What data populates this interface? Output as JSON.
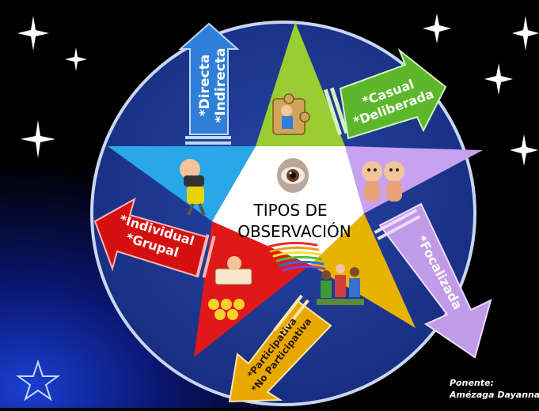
{
  "title": {
    "line1": "TIPOS DE",
    "line2": "OBSERVACIÓN"
  },
  "arrows": {
    "top_left": [
      "*Directa",
      "*Indirecta"
    ],
    "top_right": [
      "*Casual",
      "*Deliberada"
    ],
    "right": [
      "*Focalizada"
    ],
    "bottom": [
      "*Participativa",
      "*No Participativa"
    ],
    "left": [
      "*Individual",
      "*Grupal"
    ]
  },
  "credit": {
    "label": "Ponente:",
    "name": "Amézaga Dayanna"
  },
  "colors": {
    "background": "#000000",
    "circle": "#1f3a93",
    "circle_border": "#c9d6f2",
    "star_green": "#9acd32",
    "star_purple": "#c8a2f0",
    "star_yellow": "#e8b200",
    "star_red": "#e01818",
    "star_blue": "#2aa7e8",
    "center": "#ffffff",
    "arrow_blue": "#2f7fd8",
    "arrow_green": "#5cb82a",
    "arrow_purple": "#c19ae8",
    "arrow_yellow": "#e9a800",
    "arrow_red": "#d51010"
  },
  "icons": [
    "eye-icon",
    "puzzle-icon",
    "babies-icon",
    "children-group-icon",
    "reading-kids-icon",
    "binoculars-man-icon",
    "sparkle-icon",
    "rainbow-icon"
  ]
}
